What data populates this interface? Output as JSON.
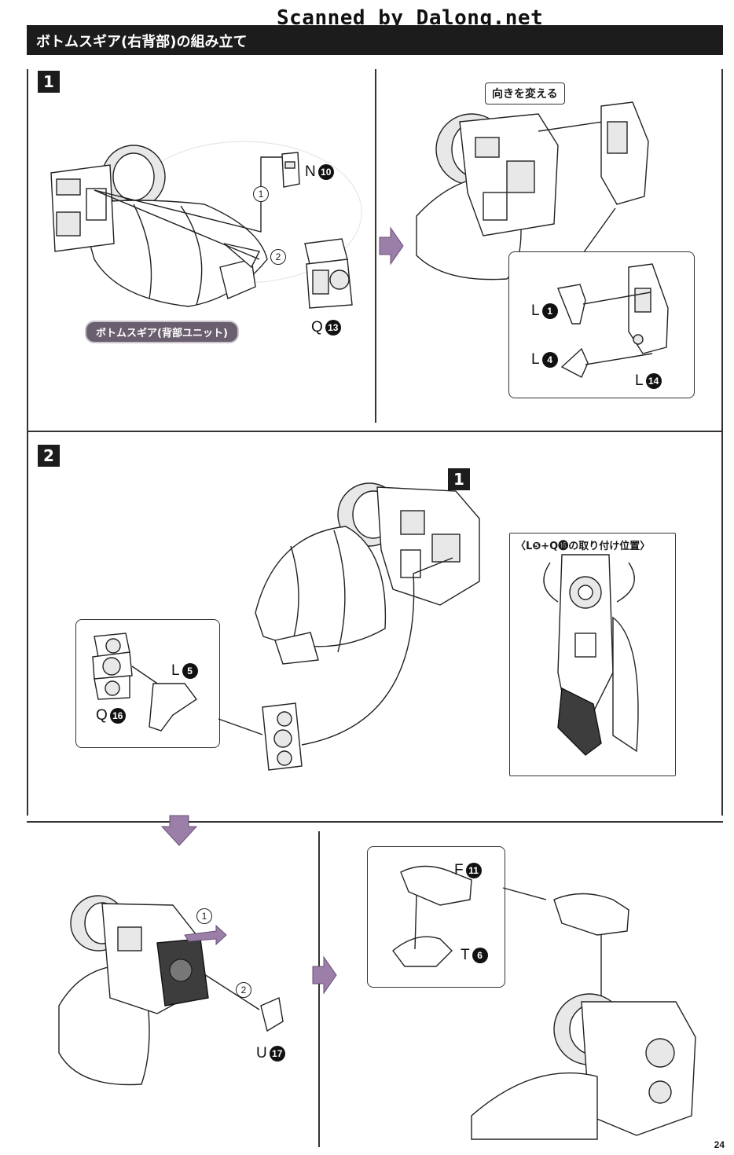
{
  "watermark": "Scanned by Dalong.net",
  "title": "ボトムスギア(右背部)の組み立て",
  "page_number": "24",
  "step1": {
    "number": "1",
    "badge": "ボトムスギア(背部ユニット)",
    "callout": "向きを変える",
    "sub_step_1": "1",
    "sub_step_2": "2",
    "parts": [
      {
        "letter": "N",
        "num": "10"
      },
      {
        "letter": "Q",
        "num": "13"
      },
      {
        "letter": "L",
        "num": "1"
      },
      {
        "letter": "L",
        "num": "4"
      },
      {
        "letter": "L",
        "num": "14"
      }
    ]
  },
  "step2": {
    "number": "2",
    "ref_step": "1",
    "inset_title": "〈L❺+Q⓰の取り付け位置〉",
    "sub_step_1": "1",
    "sub_step_2": "2",
    "parts": [
      {
        "letter": "L",
        "num": "5"
      },
      {
        "letter": "Q",
        "num": "16"
      },
      {
        "letter": "U",
        "num": "17"
      },
      {
        "letter": "F",
        "num": "11"
      },
      {
        "letter": "T",
        "num": "6"
      }
    ]
  }
}
